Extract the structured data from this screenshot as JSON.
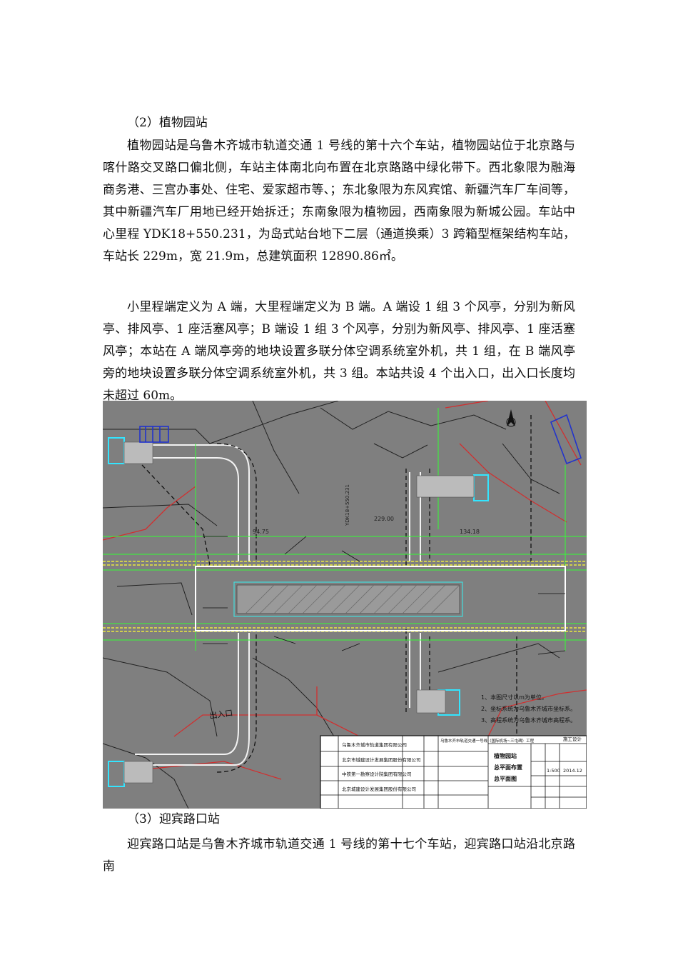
{
  "section2": {
    "heading": "（2）植物园站",
    "p1": "植物园站是乌鲁木齐城市轨道交通 1 号线的第十六个车站，植物园站位于北京路与喀什路交叉路口偏北侧，车站主体南北向布置在北京路路中绿化带下。西北象限为融海商务港、三宫办事处、住宅、爱家超市等、；东北象限为东风宾馆、新疆汽车厂车间等，其中新疆汽车厂用地已经开始拆迁；东南象限为植物园，西南象限为新城公园。车站中心里程 YDK18+550.231，为岛式站台地下二层（通道换乘）3 跨箱型框架结构车站，车站长 229m，宽 21.9m，总建筑面积 12890.86㎡。",
    "p2": "小里程端定义为 A 端，大里程端定义为 B 端。A 端设 1 组 3 个风亭，分别为新风亭、排风亭、1 座活塞风亭；B 端设 1 组 3 个风亭，分别为新风亭、排风亭、1 座活塞风亭；本站在 A 端风亭旁的地块设置多联分体空调系统室外机，共 1 组，在 B 端风亭旁的地块设置多联分体空调系统室外机，共 3 组。本站共设 4 个出入口，出入口长度均未超过 60m。"
  },
  "drawing": {
    "dim_left": "94.75",
    "dim_right": "134.18",
    "dim_top": "229.00",
    "chainage": "YDK18+550.231",
    "area_label": "出入口",
    "notes": [
      "1、本图尺寸以m为单位。",
      "2、坐标系统为乌鲁木齐城市坐标系。",
      "3、高程系统为乌鲁木齐城市高程系。"
    ],
    "title_block": {
      "owner": "乌鲁木齐城市轨道集团有限公司",
      "design_unit": "北京市城建设计发展集团股份有限公司",
      "co_unit1": "中铁第一勘察设计院集团有限公司",
      "co_unit2": "北京城建设计发展集团股份有限公司",
      "project": "乌鲁木齐市轨道交通一号线（国际机场~三屯碑）工程",
      "sheet_title_1": "植物园站",
      "sheet_title_2": "总平面布置",
      "sheet_title_3": "总平面图",
      "stage": "施工设计",
      "scale": "1:500",
      "date": "2014.12"
    }
  },
  "section3": {
    "heading": "（3）迎宾路口站",
    "p1": "迎宾路口站是乌鲁木齐城市轨道交通 1 号线的第十七个车站，迎宾路口站沿北京路南"
  }
}
